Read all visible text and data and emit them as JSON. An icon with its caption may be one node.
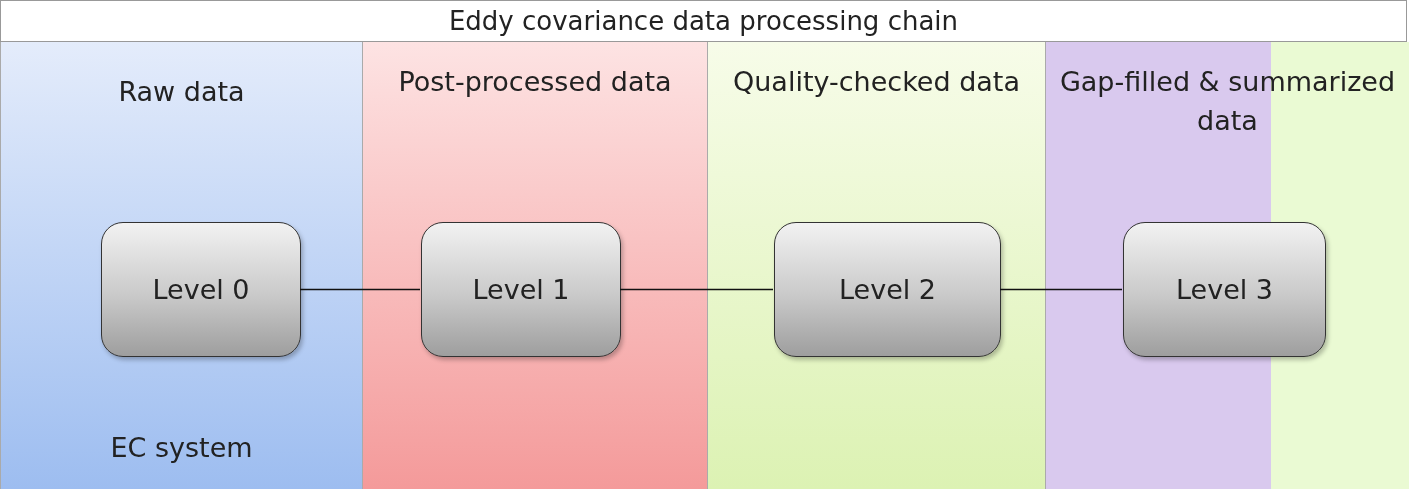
{
  "diagram": {
    "title": "Eddy covariance data processing chain",
    "nodes": [
      {
        "text": [
          "Raw data",
          "EC system"
        ]
      },
      {
        "text": [
          "Post-processed data"
        ]
      },
      {
        "text": [
          "Quality-checked data"
        ]
      },
      {
        "text": [
          "Gap-filled & summarized data"
        ]
      },
      {
        "text": [
          "Level 0"
        ],
        "in": 0
      },
      {
        "text": [
          "Level 1"
        ],
        "in": 1
      },
      {
        "text": [
          "Level 2"
        ],
        "in": 2
      },
      {
        "text": [
          "Level 3"
        ],
        "in": 3
      }
    ],
    "edges": [
      {
        "from": 4,
        "to": 5,
        "arrow": "none"
      },
      {
        "from": 5,
        "to": 6,
        "arrow": "none"
      },
      {
        "from": 6,
        "to": 7,
        "arrow": "none"
      }
    ]
  }
}
